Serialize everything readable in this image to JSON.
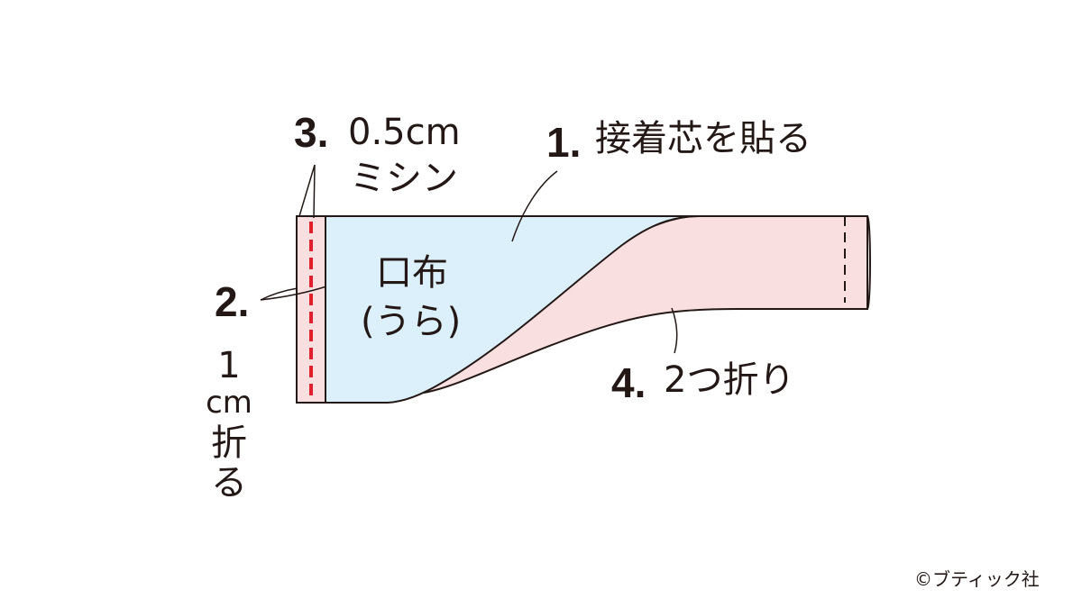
{
  "labels": {
    "step1_num": "1.",
    "step1_text": "接着芯を貼る",
    "step2_num": "2.",
    "step2_v1": "1",
    "step2_v2": "cm",
    "step2_v3": "折",
    "step2_v4": "る",
    "step3_num": "3.",
    "step3_text1": "0.5cm",
    "step3_text2": "ミシン",
    "step4_num": "4.",
    "step4_text": "2つ折り",
    "cloth_line1": "口布",
    "cloth_line2": "(うら)"
  },
  "copyright": "©ブティック社",
  "colors": {
    "ink": "#231815",
    "interfacing_fill": "#dcf0fb",
    "fabric_fill": "#fadfe1",
    "stitch_red": "#e0202a"
  }
}
